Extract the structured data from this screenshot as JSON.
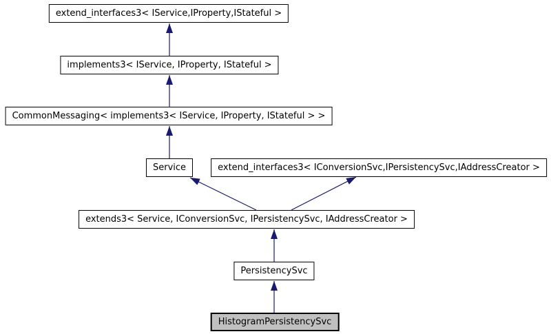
{
  "diagram": {
    "type": "class-inheritance-graph",
    "selected_class": "HistogramPersistencySvc",
    "colors": {
      "background": "#ffffff",
      "node_fill": "#ffffff",
      "node_border": "#000000",
      "selected_node_fill": "#c0c0c0",
      "edge": "#191970",
      "text": "#000000"
    },
    "nodes": [
      {
        "id": "extend_interfaces3_iservice",
        "label": "extend_interfaces3< IService,IProperty,IStateful >",
        "selected": false
      },
      {
        "id": "implements3",
        "label": "implements3< IService, IProperty, IStateful >",
        "selected": false
      },
      {
        "id": "common_messaging",
        "label": "CommonMessaging< implements3< IService, IProperty, IStateful > >",
        "selected": false
      },
      {
        "id": "service",
        "label": "Service",
        "selected": false
      },
      {
        "id": "extend_interfaces3_iconversion",
        "label": "extend_interfaces3< IConversionSvc,IPersistencySvc,IAddressCreator >",
        "selected": false
      },
      {
        "id": "extends3",
        "label": "extends3< Service, IConversionSvc, IPersistencySvc, IAddressCreator >",
        "selected": false
      },
      {
        "id": "persistency_svc",
        "label": "PersistencySvc",
        "selected": false
      },
      {
        "id": "histogram_persistency_svc",
        "label": "HistogramPersistencySvc",
        "selected": true
      }
    ],
    "edges": [
      {
        "from": "implements3",
        "to": "extend_interfaces3_iservice"
      },
      {
        "from": "common_messaging",
        "to": "implements3"
      },
      {
        "from": "service",
        "to": "common_messaging"
      },
      {
        "from": "extends3",
        "to": "service"
      },
      {
        "from": "extends3",
        "to": "extend_interfaces3_iconversion"
      },
      {
        "from": "persistency_svc",
        "to": "extends3"
      },
      {
        "from": "histogram_persistency_svc",
        "to": "persistency_svc"
      }
    ]
  }
}
